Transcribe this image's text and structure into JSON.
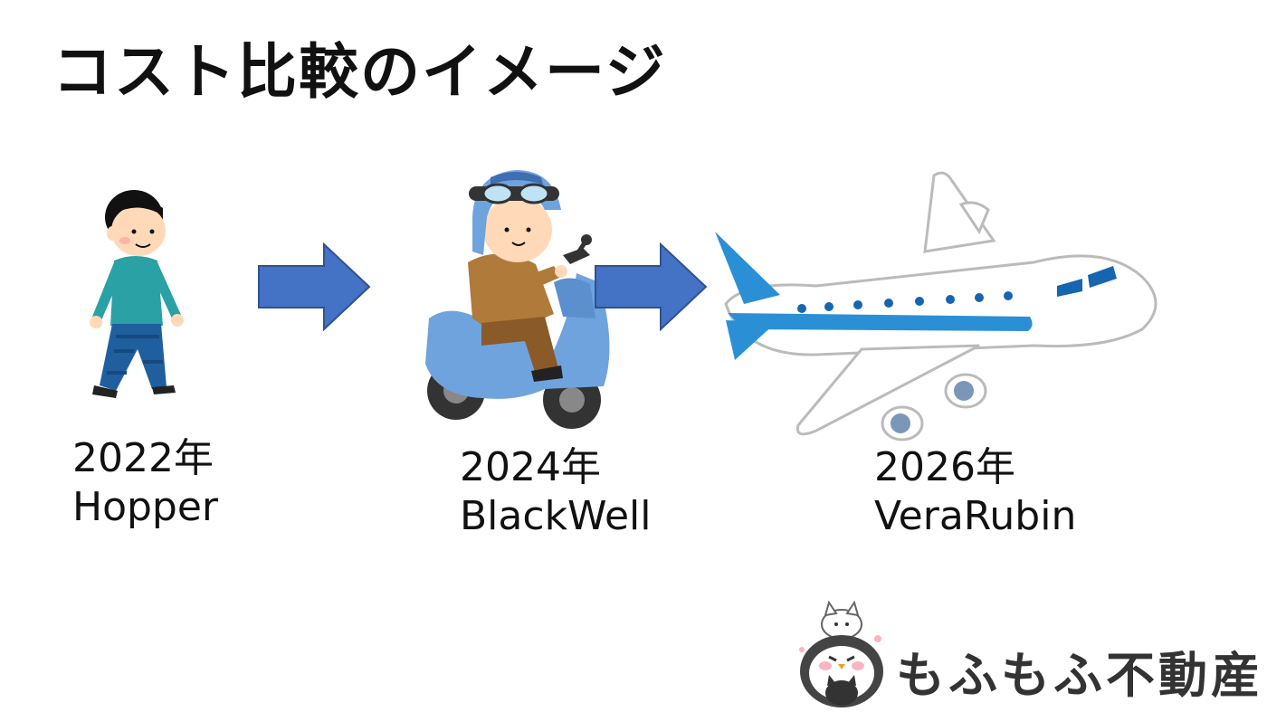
{
  "slide": {
    "title": "コスト比較のイメージ"
  },
  "stages": [
    {
      "year": "2022年",
      "name": "Hopper",
      "icon": "walking-person-icon"
    },
    {
      "year": "2024年",
      "name": "BlackWell",
      "icon": "scooter-rider-icon"
    },
    {
      "year": "2026年",
      "name": "VeraRubin",
      "icon": "airplane-icon"
    }
  ],
  "arrows": {
    "color": "#4472c4",
    "icon": "right-arrow-icon"
  },
  "logo": {
    "text": "もふもふ不動産",
    "icon": "penguin-cat-mascot-icon"
  }
}
